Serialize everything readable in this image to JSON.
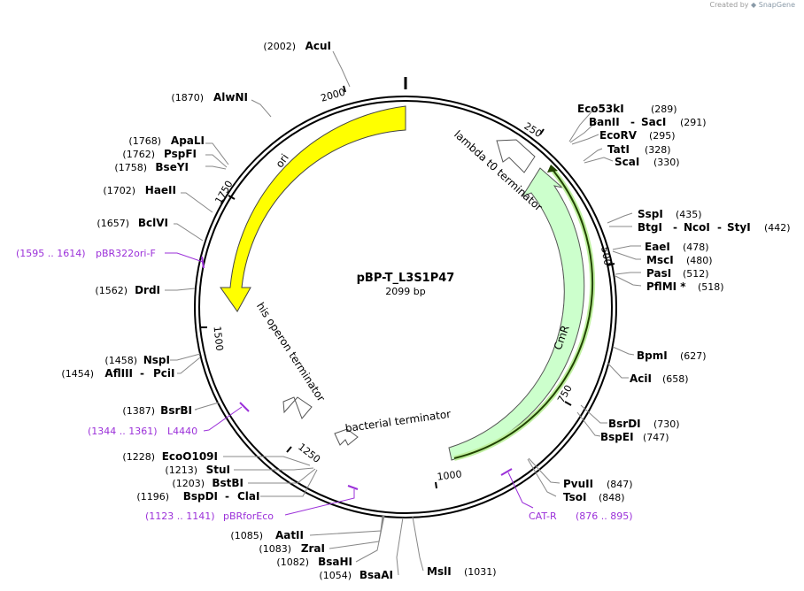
{
  "watermark": {
    "prefix": "Created by",
    "brand": "SnapGene"
  },
  "plasmid": {
    "name": "pBP-T_L3S1P47",
    "length_label": "2099 bp",
    "length": 2099
  },
  "colors": {
    "backbone": "#000000",
    "ori": "#ffff00",
    "cmr": "#ccffcc",
    "orf": "#224400",
    "orf_glow": "#bff0a0",
    "primer": "#9b30d9",
    "terminator": "#ffffff"
  },
  "ticks": [
    "250",
    "500",
    "750",
    "1000",
    "1250",
    "1500",
    "1750",
    "2000"
  ],
  "features": {
    "ori": "ori",
    "cmr": "CmR",
    "lambda": "lambda t0 terminator",
    "his": "his operon terminator",
    "bacterial": "bacterial terminator"
  },
  "sites": [
    {
      "id": "acui",
      "pos": "(2002)",
      "name": "AcuI"
    },
    {
      "id": "alwni",
      "pos": "(1870)",
      "name": "AlwNI"
    },
    {
      "id": "apali",
      "pos": "(1768)",
      "name": "ApaLI"
    },
    {
      "id": "pspfi",
      "pos": "(1762)",
      "name": "PspFI"
    },
    {
      "id": "bseyi",
      "pos": "(1758)",
      "name": "BseYI"
    },
    {
      "id": "haeii",
      "pos": "(1702)",
      "name": "HaeII"
    },
    {
      "id": "bclvi",
      "pos": "(1657)",
      "name": "BclVI"
    },
    {
      "id": "drdi",
      "pos": "(1562)",
      "name": "DrdI"
    },
    {
      "id": "nspi",
      "pos": "(1458)",
      "name": "NspI"
    },
    {
      "id": "aflIII",
      "pos": "(1454)",
      "name": "AflIII",
      "extra": "PciI"
    },
    {
      "id": "bsrbi",
      "pos": "(1387)",
      "name": "BsrBI"
    },
    {
      "id": "ecoo109i",
      "pos": "(1228)",
      "name": "EcoO109I"
    },
    {
      "id": "stui",
      "pos": "(1213)",
      "name": "StuI"
    },
    {
      "id": "bstbi",
      "pos": "(1203)",
      "name": "BstBI"
    },
    {
      "id": "bspdi",
      "pos": "(1196)",
      "name": "BspDI",
      "extra": "ClaI"
    },
    {
      "id": "aatii",
      "pos": "(1085)",
      "name": "AatII"
    },
    {
      "id": "zrai",
      "pos": "(1083)",
      "name": "ZraI"
    },
    {
      "id": "bsahi",
      "pos": "(1082)",
      "name": "BsaHI"
    },
    {
      "id": "bsaai",
      "pos": "(1054)",
      "name": "BsaAI"
    },
    {
      "id": "msli",
      "pos": "(1031)",
      "name": "MslI"
    },
    {
      "id": "eco53ki",
      "pos": "(289)",
      "name": "Eco53kI"
    },
    {
      "id": "banii",
      "pos": "(291)",
      "name": "BanII",
      "extra": "SacI"
    },
    {
      "id": "ecorv",
      "pos": "(295)",
      "name": "EcoRV"
    },
    {
      "id": "tati",
      "pos": "(328)",
      "name": "TatI"
    },
    {
      "id": "scai",
      "pos": "(330)",
      "name": "ScaI"
    },
    {
      "id": "sspi",
      "pos": "(435)",
      "name": "SspI"
    },
    {
      "id": "btgi",
      "pos": "(442)",
      "name": "BtgI",
      "extra": "NcoI",
      "extra2": "StyI"
    },
    {
      "id": "eaei",
      "pos": "(478)",
      "name": "EaeI"
    },
    {
      "id": "msci",
      "pos": "(480)",
      "name": "MscI"
    },
    {
      "id": "pasi",
      "pos": "(512)",
      "name": "PasI"
    },
    {
      "id": "pflmi",
      "pos": "(518)",
      "name": "PflMI *"
    },
    {
      "id": "bpmi",
      "pos": "(627)",
      "name": "BpmI"
    },
    {
      "id": "acii",
      "pos": "(658)",
      "name": "AciI"
    },
    {
      "id": "bsrdi",
      "pos": "(730)",
      "name": "BsrDI"
    },
    {
      "id": "bspei",
      "pos": "(747)",
      "name": "BspEI"
    },
    {
      "id": "pvuii",
      "pos": "(847)",
      "name": "PvuII"
    },
    {
      "id": "tsoi",
      "pos": "(848)",
      "name": "TsoI"
    }
  ],
  "primers": [
    {
      "id": "pbr322ori",
      "range": "(1595 .. 1614)",
      "name": "pBR322ori-F"
    },
    {
      "id": "l4440",
      "range": "(1344 .. 1361)",
      "name": "L4440"
    },
    {
      "id": "pbrforeco",
      "range": "(1123 .. 1141)",
      "name": "pBRforEco"
    },
    {
      "id": "catr",
      "range": "(876 .. 895)",
      "name": "CAT-R"
    }
  ]
}
